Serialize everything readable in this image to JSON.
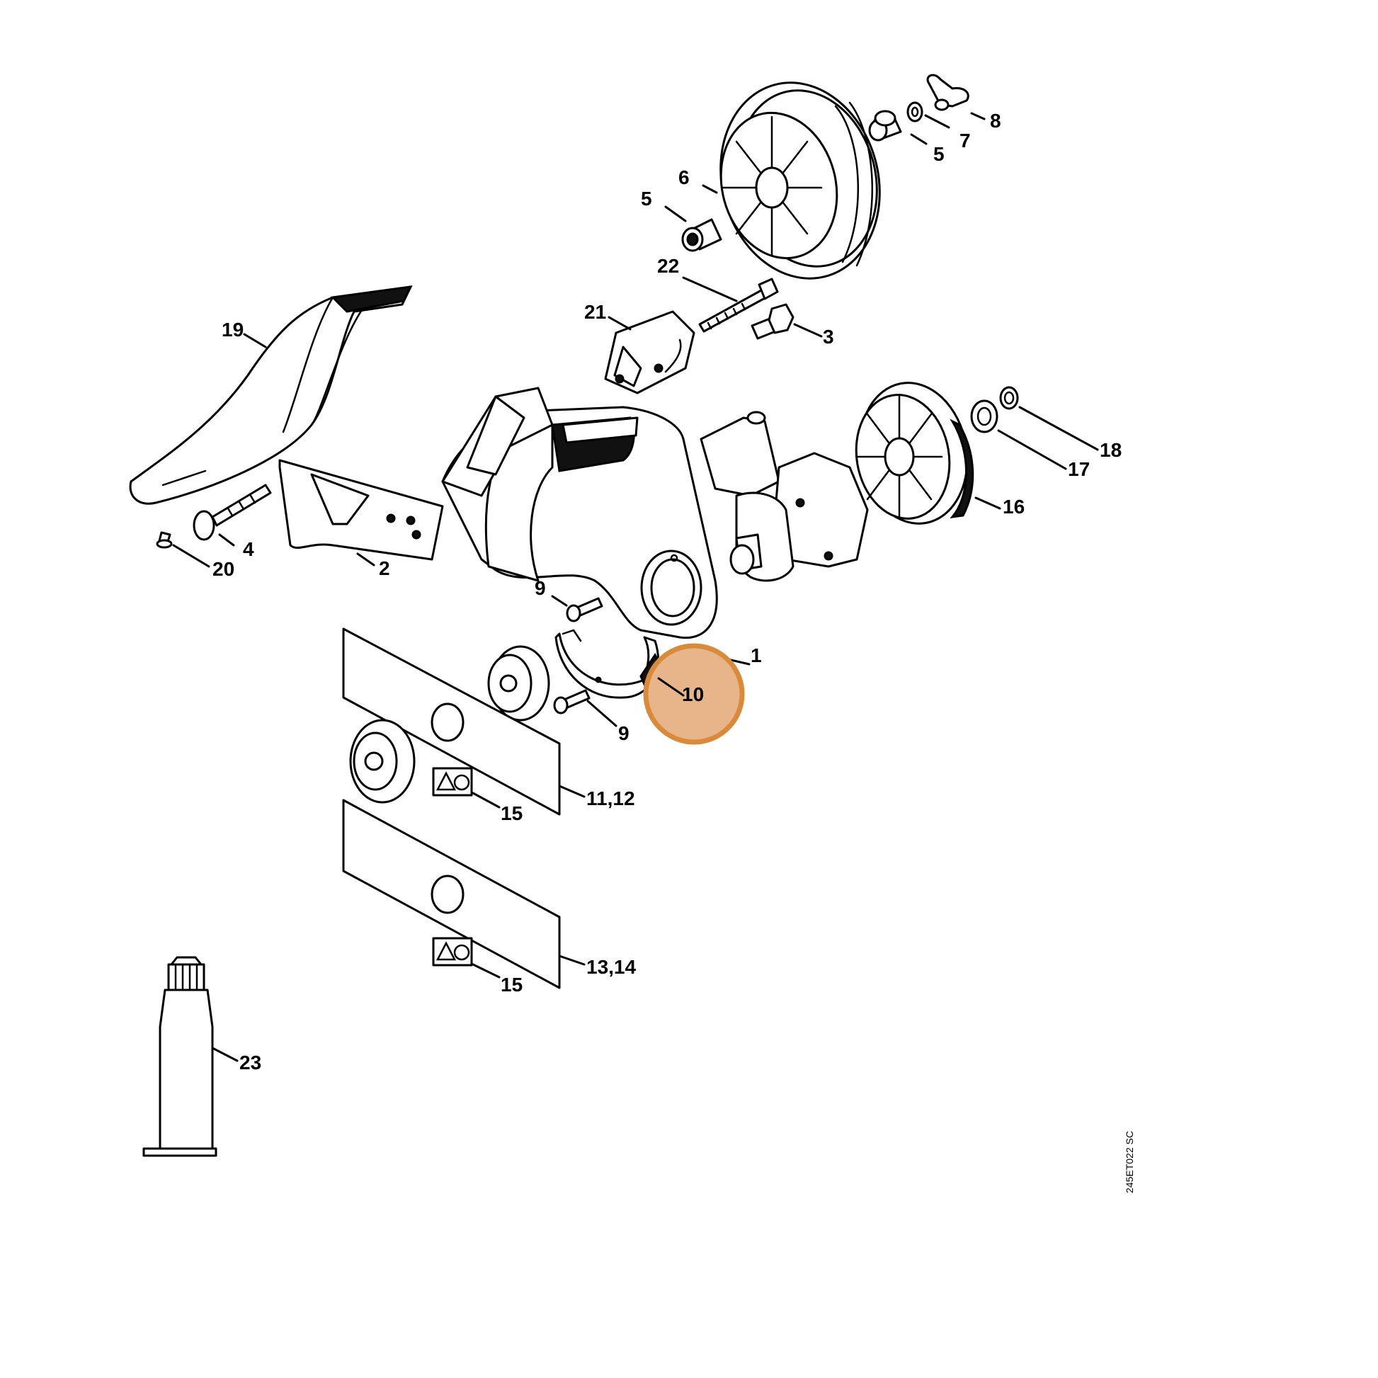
{
  "callouts": {
    "c1": "1",
    "c2": "2",
    "c3": "3",
    "c4": "4",
    "c5a": "5",
    "c5b": "5",
    "c6": "6",
    "c7": "7",
    "c8": "8",
    "c9a": "9",
    "c9b": "9",
    "c10": "10",
    "c11_12": "11,12",
    "c13_14": "13,14",
    "c15a": "15",
    "c15b": "15",
    "c16": "16",
    "c17": "17",
    "c18": "18",
    "c19": "19",
    "c20": "20",
    "c21": "21",
    "c22": "22",
    "c23": "23"
  },
  "drawing_code": "245ET022 SC",
  "highlight": {
    "part": "10",
    "color": "#d98a3a",
    "fill": "#e8b48a"
  },
  "colors": {
    "line": "#000000",
    "background": "#ffffff"
  }
}
